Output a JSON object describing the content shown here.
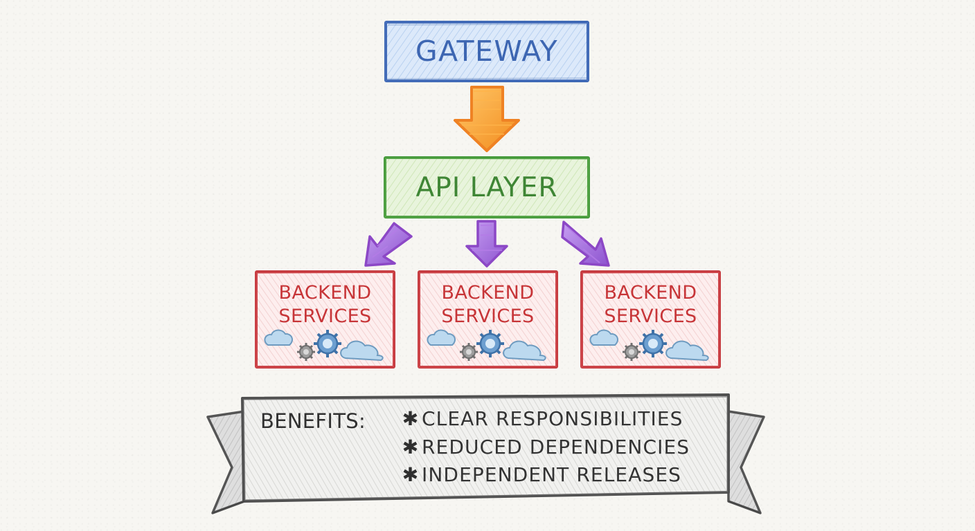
{
  "diagram": {
    "gateway": {
      "label": "GATEWAY"
    },
    "api_layer": {
      "label": "API LAYER"
    },
    "backend_services": [
      {
        "label": "BACKEND\nSERVICES"
      },
      {
        "label": "BACKEND\nSERVICES"
      },
      {
        "label": "BACKEND\nSERVICES"
      }
    ],
    "benefits": {
      "heading": "BENEFITS:",
      "items": [
        "CLEAR RESPONSIBILITIES",
        "REDUCED DEPENDENCIES",
        "INDEPENDENT RELEASES"
      ]
    }
  },
  "colors": {
    "gateway": "#3d66b2",
    "api_layer": "#3f8635",
    "backend": "#c73538",
    "gateway_arrow": "#f08a24",
    "service_arrows": "#8a4cc8",
    "banner": "#9a9a9a"
  },
  "icons": [
    "cloud-icon",
    "small-gear-icon",
    "large-gear-icon",
    "cloud-icon"
  ]
}
